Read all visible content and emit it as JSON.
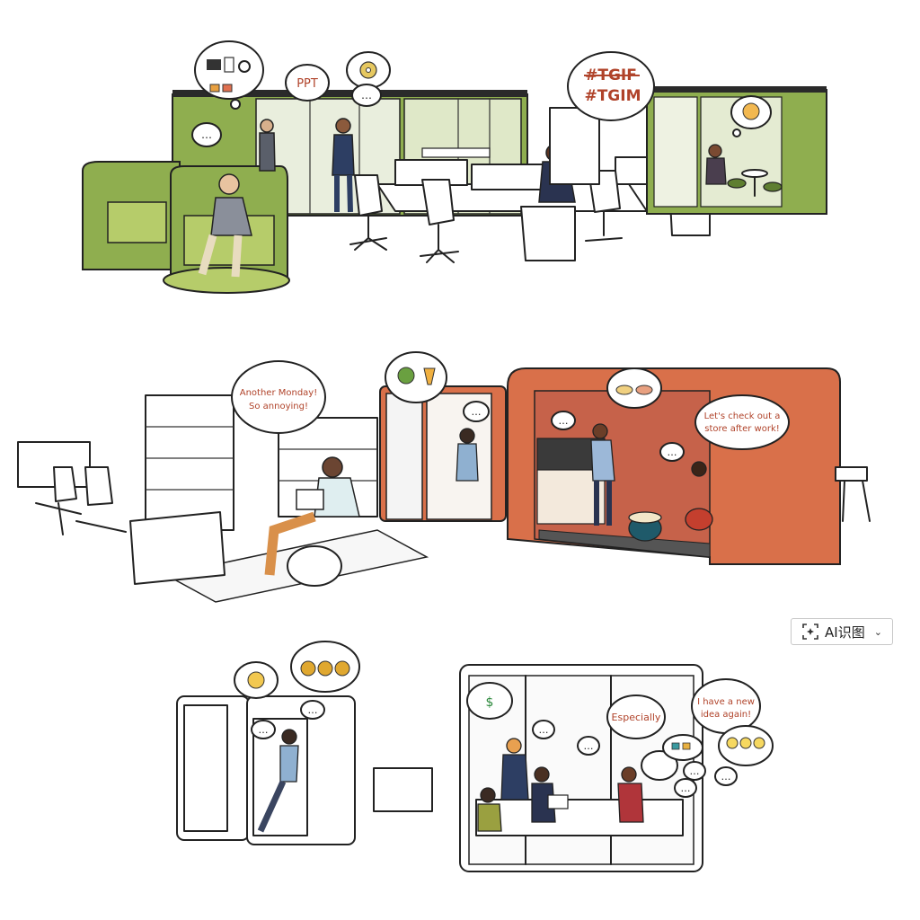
{
  "colors": {
    "green_panel": "#8fae4f",
    "green_light": "#b6cc6a",
    "orange_panel": "#d9704a",
    "orange_dark": "#b8532f",
    "outline": "#222222",
    "bubble_text": "#b0432a"
  },
  "scenes": {
    "top": {
      "bubbles": {
        "ppt": "PPT",
        "tgif": "#TGIF",
        "tgim": "#TGIM",
        "ellipsis": "…"
      }
    },
    "middle": {
      "bubbles": {
        "monday_line1": "Another Monday!",
        "monday_line2": "So annoying!",
        "store_line1": "Let's check out a",
        "store_line2": "store after work!"
      }
    },
    "bottom": {
      "bubbles": {
        "especially": "Especially",
        "idea_line1": "I have a new",
        "idea_line2": "idea again!"
      }
    }
  },
  "toolbar": {
    "ai_button_label": "AI识图",
    "ai_icon": "scan-icon",
    "chevron_icon": "chevron-down-icon"
  }
}
